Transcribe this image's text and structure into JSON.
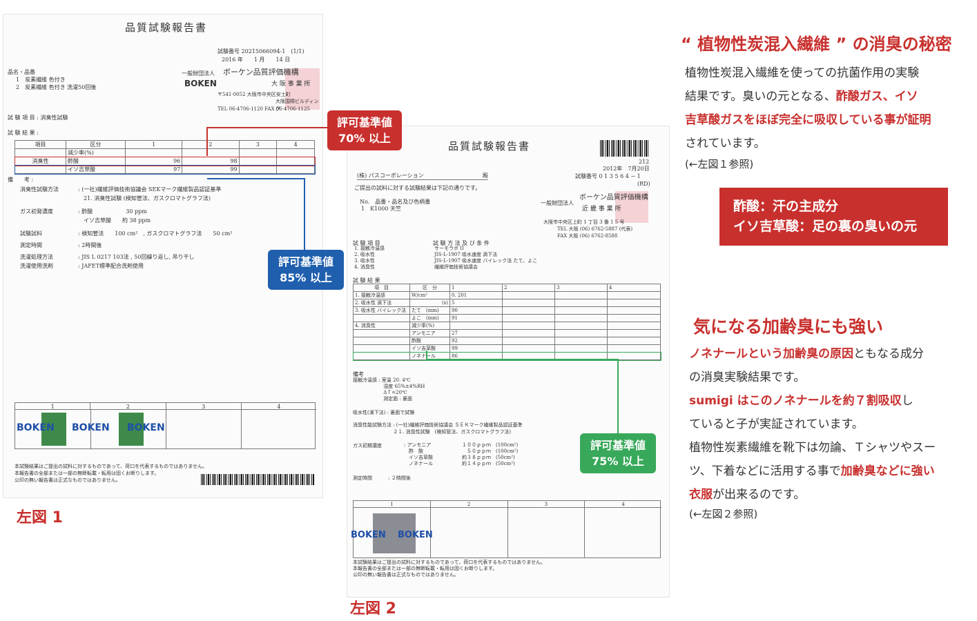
{
  "doc1": {
    "title": "品質試験報告書",
    "test_no": "試験番号 20215066094-1　(1/1)",
    "date": "2016 年　　1 月　　14 日",
    "org_prefix": "一般財団法人",
    "org_name": "ボーケン品質評価機構",
    "org_logo": "BOKEN",
    "office": "大 阪 事 業 所",
    "address": "〒541-0052 大阪市中央区安土町",
    "address2": "大阪国際ビルディング",
    "tel": "TEL 06-4706-1120 FAX 06-4706-1125",
    "item_label": "品名・品番",
    "item1": "1　炭素繊維 色付き",
    "item2": "2　炭素繊維 色付き 洗濯50回後",
    "test_item": "試 験 項 目 : 消臭性試験",
    "result_label": "試 験 結 果 :",
    "table": {
      "h_item": "項目",
      "h_cat": "区分",
      "cols": [
        "1",
        "2",
        "3",
        "4"
      ],
      "row_label": "消臭性",
      "sub_header": "減少率(%)",
      "rows": [
        {
          "name": "酢酸",
          "v1": "96",
          "v2": "98"
        },
        {
          "name": "イソ吉草酸",
          "v1": "97",
          "v2": "99"
        }
      ]
    },
    "remarks_label": "備　　考 :",
    "remarks": [
      {
        "k": "消臭性試験方法",
        "v": ": (一社)繊維評価技術協議会 SEKマーク繊維製品認証基準"
      },
      {
        "k": "",
        "v": "　21. 消臭性試験 (検知管法、ガスクロマトグラフ法)"
      },
      {
        "k": "ガス初発濃度",
        "v": ": 酢酸　　　　　　30 ppm"
      },
      {
        "k": "",
        "v": "　イソ吉草酸　　約 38 ppm"
      },
      {
        "k": "試験試料",
        "v": ": 検知管法　　100 cm²　, ガスクロマトグラフ法　　50 cm²"
      },
      {
        "k": "測定時間",
        "v": ": 2時間後"
      },
      {
        "k": "洗濯処理方法",
        "v": ": JIS L 0217 103法 , 50回繰り返し, 吊り干し"
      },
      {
        "k": "洗濯使用洗剤",
        "v": ": JAFET標準配合洗剤使用"
      }
    ],
    "sample_cols": [
      "1",
      "2",
      "3",
      "4"
    ],
    "logo": "BOKEN",
    "footer": [
      "本試験結果はご提出の試料に対するものであって、荷口を代表するものではありません。",
      "本報告書の全部または一部の無断転載・転用は固くお断りします。",
      "公印の無い報告書は正式なものではありません。"
    ]
  },
  "doc2": {
    "title": "品質試験報告書",
    "doc_no": "212",
    "date": "2012年　7月20日",
    "test_no": "試験番号 0 1 3 5 6 4 − 1",
    "rd": "(RD)",
    "client": "(株) パスコーポレーション",
    "client_suffix": "殿",
    "intro": "ご提出の試料に対する試験結果は下記の通りです。",
    "item_hdr": "No.　品番・品名及び色柄番",
    "item1": "1　K1000 天竺",
    "org_prefix": "一般財団法人",
    "org_name": "ボーケン品質評価機構",
    "office": "近 畿 事 業 所",
    "address": "大阪市中央区上町 1 丁目 3 番 1 5 号",
    "tel": "TEL 大阪 (06) 6762-5887 (代表)",
    "fax": "FAX 大阪 (06) 6762-8588",
    "methods_hdr": "試 験 項 目",
    "methods_hdr2": "試 験 方 法 及 び 条 件",
    "methods": [
      {
        "k": "1. 接触冷温感",
        "v": "サーモラボ II"
      },
      {
        "k": "2. 吸水性",
        "v": "JIS-L-1907 吸水速度 滴下法"
      },
      {
        "k": "3. 吸水性",
        "v": "JIS-L-1907 吸水速度 バイレック法 たて、よこ"
      },
      {
        "k": "4. 消臭性",
        "v": "繊維評価技術協議会"
      }
    ],
    "result_label": "試 験 結 果",
    "table_head": {
      "item": "項　目",
      "cat": "区　分",
      "cols": [
        "1",
        "2",
        "3",
        "4"
      ]
    },
    "rows": [
      {
        "a": "1. 接触冷温感",
        "b": "W/cm²",
        "c": "0. 201"
      },
      {
        "a": "2. 吸水性 滴下法",
        "b": "(s)",
        "c": "5"
      },
      {
        "a": "3. 吸水性 バイレック法",
        "b": "たて　(mm)",
        "c": "90"
      },
      {
        "a": "",
        "b": "よこ　(mm)",
        "c": "91"
      },
      {
        "a": "4. 消臭性",
        "b": "減少率(%)",
        "c": ""
      },
      {
        "a": "",
        "b": "アンモニア",
        "c": "27"
      },
      {
        "a": "",
        "b": "酢酸",
        "c": "92"
      },
      {
        "a": "",
        "b": "イソ吉草酸",
        "c": "99"
      },
      {
        "a": "",
        "b": "ノネナール",
        "c": "86"
      }
    ],
    "notes_label": "備考",
    "notes": [
      "接触冷温感 : 室温 20. 4℃",
      "　　　　　　 湿度 65%±4%RH",
      "　　　　　　 ΔＴ=20℃",
      "　　　　　　 測定面 : 裏面"
    ],
    "water": "吸水性(滴下法) : 裏面で試験",
    "deo_method": "消臭性能試験方法 : (一社)繊維評価技術協議会 ＳＥＫマーク繊維製品認証基準",
    "deo_method2": "　　　　　　　　 ２１. 消臭性試験　(検知管法、ガスクロマトグラフ法)",
    "gas_label": "ガス初期濃度",
    "gas": [
      {
        "k": ": アンモニア",
        "v": "１００ｐｐｍ　(100cm²)"
      },
      {
        "k": "　酢　酸",
        "v": "　５０ｐｐｍ　(100cm²)"
      },
      {
        "k": "　イソ吉草酸",
        "v": "約３８ｐｐｍ　(50cm²)"
      },
      {
        "k": "　ノネナール",
        "v": "約１４ｐｐｍ　(50cm²)"
      }
    ],
    "time": "測定時間　　　 : ２時間後",
    "sample_cols": [
      "1",
      "2",
      "3",
      "4"
    ],
    "logo": "BOKEN",
    "footer": [
      "本試験結果はご提出の試料に対するものであって、荷口を代表するものではありません。",
      "本報告書の全部または一部の無断転載・転用は固くお断りします。",
      "公印の無い報告書は正式なものではありません。"
    ]
  },
  "callouts": {
    "red": [
      "評可基準値",
      "70% 以上"
    ],
    "blue": [
      "評可基準値",
      "85% 以上"
    ],
    "green": [
      "評可基準値",
      "75% 以上"
    ]
  },
  "figure_labels": {
    "fig1": "左図 1",
    "fig2": "左図 2"
  },
  "section1": {
    "title": "“ 植物性炭混入繊維 ” の消臭の秘密",
    "l1": "植物性炭混入繊維を使っての抗菌作用の実験",
    "l2a": "結果です。臭いの元となる、",
    "l2b": "酢酸ガス、イソ",
    "l3": "吉草酸ガスをほぼ完全に吸収している事が証明",
    "l4": "されています。",
    "ref": "(←左図１参照)",
    "box1": "酢酸：汗の主成分",
    "box2": "イソ吉草酸：足の裏の臭いの元"
  },
  "section2": {
    "title": "気になる加齢臭にも強い",
    "l1a": "ノネナールという加齢臭の原因",
    "l1b": "ともなる成分",
    "l2": "の消臭実験結果です。",
    "l3a": "sumigi はこのノネナールを約７割吸収",
    "l3b": "し",
    "l4": "ていると子が実証されています。",
    "l5": "植物性炭素繊維を靴下は勿論、Ｔシャツやスー",
    "l6a": "ツ、下着などに活用する事で",
    "l6b": "加齢臭などに強い",
    "l7a": "衣服",
    "l7b": "が出来るのです。",
    "ref": "(←左図２参照)"
  }
}
